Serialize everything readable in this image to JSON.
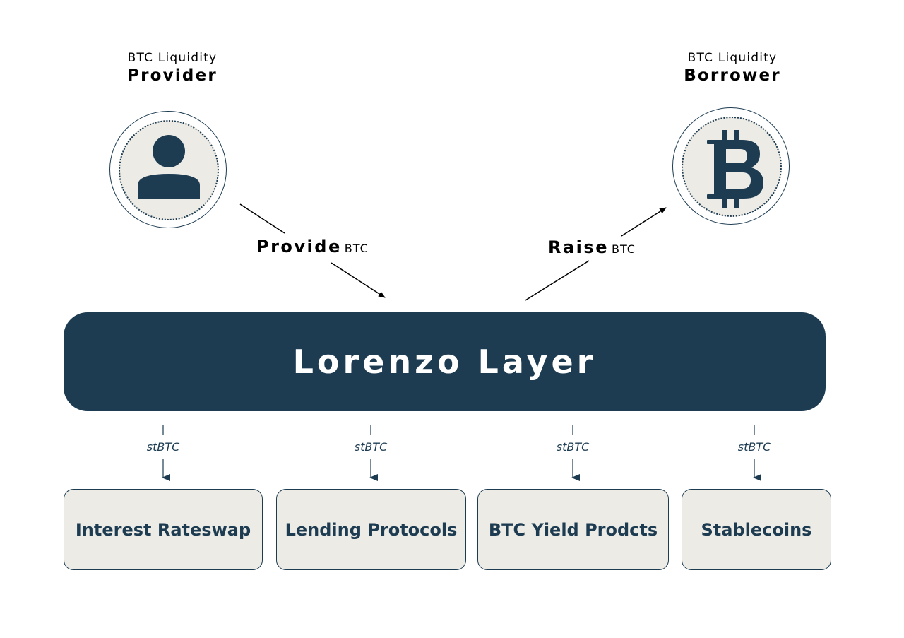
{
  "colors": {
    "primary": "#1d3c52",
    "box_fill": "#edebe5",
    "background": "#ffffff",
    "layer_text": "#ffffff"
  },
  "provider": {
    "top": "BTC Liquidity",
    "main": "Provider",
    "icon": "person-icon"
  },
  "borrower": {
    "top": "BTC Liquidity",
    "main": "Borrower",
    "icon": "bitcoin-icon"
  },
  "flows": {
    "provide": {
      "main": "Provide",
      "sub": "BTC"
    },
    "raise": {
      "main": "Raise",
      "sub": "BTC"
    }
  },
  "layer": {
    "title": "Lorenzo Layer"
  },
  "outputs": [
    {
      "token": "stBTC",
      "label": "Interest Rateswap"
    },
    {
      "token": "stBTC",
      "label": "Lending Protocols"
    },
    {
      "token": "stBTC",
      "label": "BTC Yield Prodcts"
    },
    {
      "token": "stBTC",
      "label": "Stablecoins"
    }
  ]
}
